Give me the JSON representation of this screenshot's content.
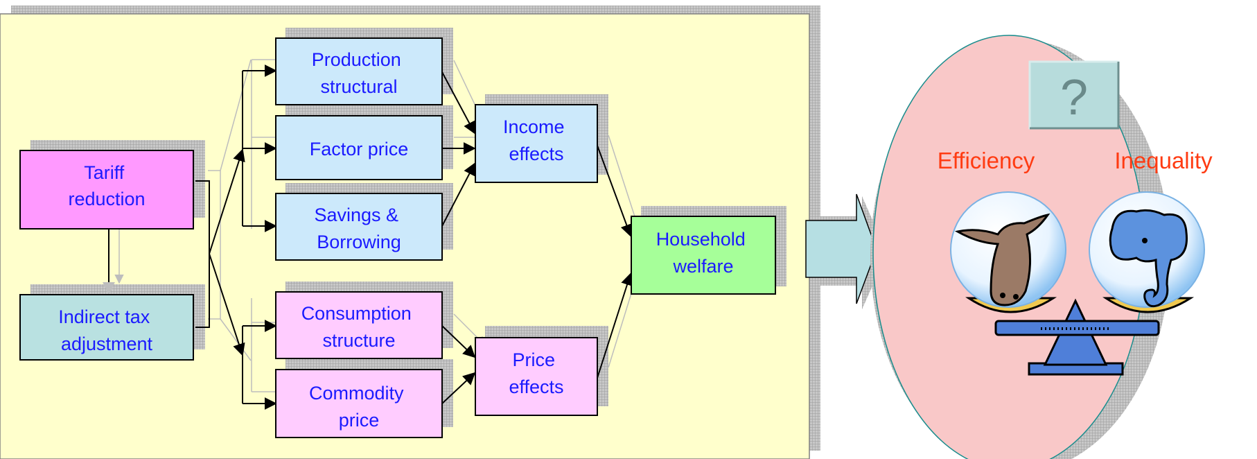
{
  "diagram": {
    "nodes": {
      "tariff": {
        "lines": [
          "Tariff",
          "reduction"
        ]
      },
      "indirect": {
        "lines": [
          "Indirect tax",
          "adjustment"
        ]
      },
      "production": {
        "lines": [
          "Production",
          "structural"
        ]
      },
      "factor": {
        "lines": [
          "Factor price"
        ]
      },
      "savings": {
        "lines": [
          "Savings &",
          "Borrowing"
        ]
      },
      "consumption": {
        "lines": [
          "Consumption",
          "structure"
        ]
      },
      "commodity": {
        "lines": [
          "Commodity",
          "price"
        ]
      },
      "income": {
        "lines": [
          "Income",
          "effects"
        ]
      },
      "price_effects": {
        "lines": [
          "Price",
          "effects"
        ]
      },
      "household": {
        "lines": [
          "Household",
          "welfare"
        ]
      }
    },
    "outcome": {
      "question_mark": "?",
      "efficiency_label": "Efficiency",
      "inequality_label": "Inequality"
    },
    "colors": {
      "panel_bg": "#ffffcc",
      "text_blue": "#1a1aff",
      "tariff_fill": "#ff99ff",
      "indirect_fill": "#b9e1e1",
      "blue_box_fill": "#cce9fb",
      "pink_box_fill": "#ffccff",
      "household_fill": "#a6ff99",
      "circle_fill": "#f9c8c8",
      "label_red": "#ff3b12"
    }
  }
}
